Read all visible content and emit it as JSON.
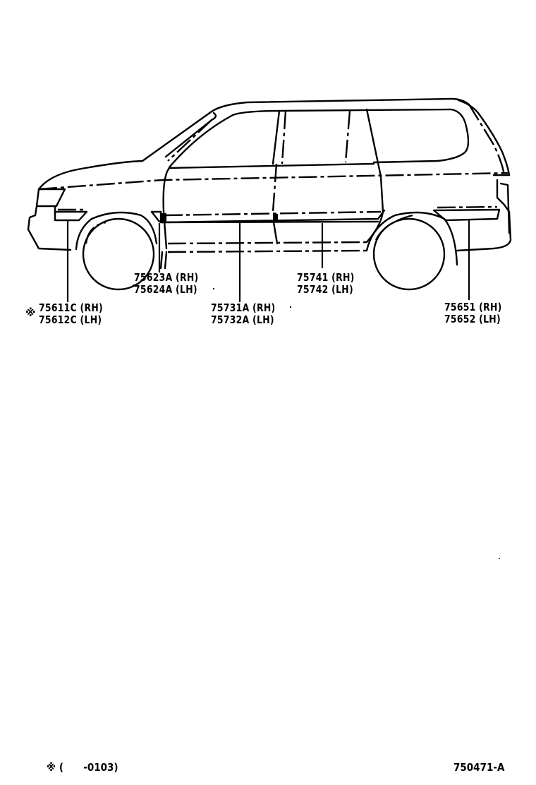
{
  "diagram": {
    "title": "Side moulding parts diagram",
    "callouts": [
      {
        "id": "front-bumper-moulding",
        "mark": "※",
        "lines": [
          "75611C (RH)",
          "75612C (LH)"
        ]
      },
      {
        "id": "front-fender-moulding",
        "lines": [
          "75623A (RH)",
          "75624A (LH)"
        ]
      },
      {
        "id": "front-door-moulding",
        "lines": [
          "75731A (RH)",
          "75732A (LH)"
        ]
      },
      {
        "id": "rear-door-moulding",
        "lines": [
          "75741 (RH)",
          "75742 (LH)"
        ]
      },
      {
        "id": "quarter-panel-moulding",
        "lines": [
          "75651 (RH)",
          "75652 (LH)"
        ]
      }
    ]
  },
  "footer": {
    "note_mark": "※",
    "note_range": "(      -0103)",
    "illustration_code": "750471-A"
  }
}
